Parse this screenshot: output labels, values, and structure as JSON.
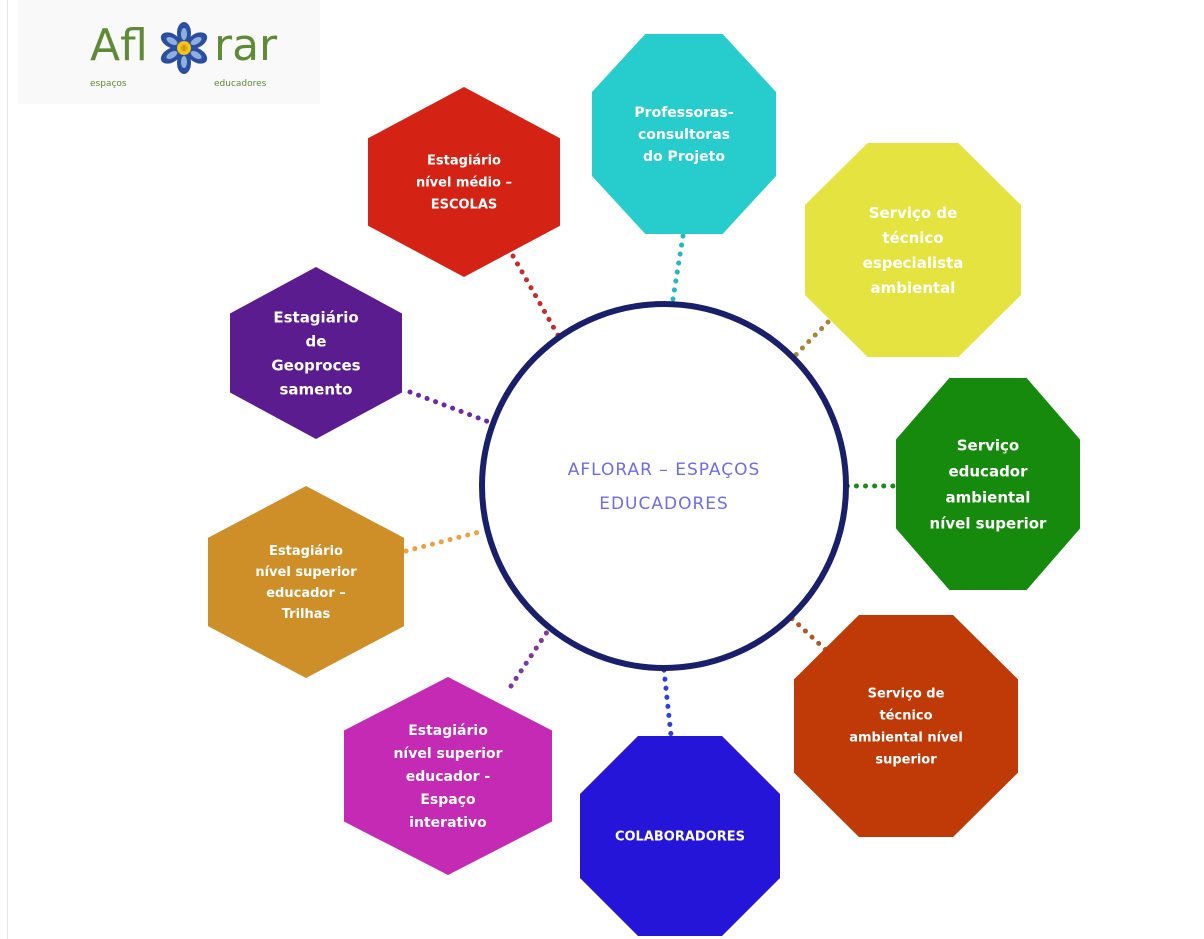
{
  "logo": {
    "word_left": "Afl",
    "word_right": "rar",
    "sub_left": "espaços",
    "sub_right": "educadores"
  },
  "colors": {
    "center_ring": "#1a1f6b",
    "center_text": "#6d6de8",
    "node_text": "#ffffff"
  },
  "center": {
    "lines": [
      "AFLORAR – ESPAÇOS",
      "EDUCADORES"
    ]
  },
  "nodes": [
    {
      "id": "estagiario-medio",
      "lines": [
        "Estagiário",
        "nível médio –",
        "ESCOLAS"
      ],
      "color": "#d42314",
      "connector": "#c42d2d"
    },
    {
      "id": "professoras-consultoras",
      "lines": [
        "Professoras-",
        "consultoras",
        "do Projeto"
      ],
      "color": "#27cccd",
      "connector": "#21b7c4"
    },
    {
      "id": "servico-tecnico-especialista",
      "lines": [
        "Serviço de",
        "técnico",
        "especialista",
        "ambiental"
      ],
      "color": "#e5e33f",
      "connector": "#a8873b"
    },
    {
      "id": "estagiario-geoprocessamento",
      "lines": [
        "Estagiário",
        "de",
        "Geoproces",
        "samento"
      ],
      "color": "#5a1c8e",
      "connector": "#6a2aa8"
    },
    {
      "id": "servico-educador-ambiental",
      "lines": [
        "Serviço",
        "educador",
        "ambiental",
        "nível superior"
      ],
      "color": "#168a0c",
      "connector": "#1e8a1a"
    },
    {
      "id": "estagiario-trilhas",
      "lines": [
        "Estagiário",
        "nível superior",
        "educador –",
        "Trilhas"
      ],
      "color": "#cf8f28",
      "connector": "#f0a040"
    },
    {
      "id": "servico-tecnico-ambiental",
      "lines": [
        "Serviço de",
        "técnico",
        "ambiental nível",
        "superior"
      ],
      "color": "#bf3a07",
      "connector": "#a85a2e"
    },
    {
      "id": "estagiario-espaco-interativo",
      "lines": [
        "Estagiário",
        "nível superior",
        "educador -",
        "Espaço",
        "interativo"
      ],
      "color": "#c42ab4",
      "connector": "#7a3a9e"
    },
    {
      "id": "colaboradores",
      "lines": [
        "COLABORADORES"
      ],
      "color": "#2415d8",
      "connector": "#2d3fe0"
    }
  ]
}
